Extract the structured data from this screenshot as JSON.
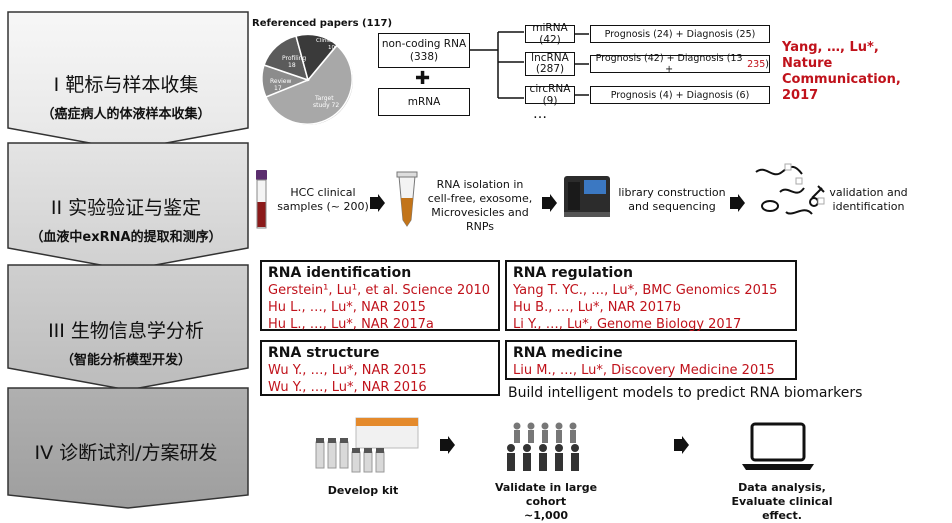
{
  "stages": [
    {
      "title": "I 靶标与样本收集",
      "subtitle": "（癌症病人的体液样本收集）"
    },
    {
      "title": "II 实验验证与鉴定",
      "subtitle": "（血液中exRNA的提取和测序）"
    },
    {
      "title": "III 生物信息学分析",
      "subtitle": "（智能分析模型开发）"
    },
    {
      "title": "IV 诊断试剂/方案研发",
      "subtitle": ""
    }
  ],
  "row1": {
    "pie_title": "Referenced papers (117)",
    "pie_slices": [
      {
        "label": "Clinics-based",
        "value": 10
      },
      {
        "label": "Profiling",
        "value": 18
      },
      {
        "label": "Review",
        "value": 17
      },
      {
        "label": "Target study",
        "value": 72
      }
    ],
    "ncrna_label": "non-coding RNA",
    "ncrna_count": "(338)",
    "plus": "✚",
    "mrna_label": "mRNA",
    "classes": [
      {
        "name": "miRNA (42)",
        "result_a": "Prognosis (24) + Diagnosis (25)",
        "result_b": ""
      },
      {
        "name": "lncRNA",
        "count": "(287)",
        "result_a": "Prognosis (42) + Diagnosis (13 + ",
        "result_b": "235",
        "result_c": ")"
      },
      {
        "name": "circRNA (9)",
        "result_a": "Prognosis (4) + Diagnosis (6)",
        "result_b": ""
      }
    ],
    "ellipsis": "…",
    "citation": [
      "Yang, …, Lu*,",
      "Nature Communication,",
      "2017"
    ]
  },
  "row2": {
    "step1": [
      "HCC clinical",
      "samples (~ 200)"
    ],
    "step2": [
      "RNA isolation in",
      "cell-free, exosome,",
      "Microvesicles and",
      "RNPs"
    ],
    "step3": [
      "library construction",
      "and sequencing"
    ],
    "step4": [
      "validation and",
      "identification"
    ]
  },
  "row3": {
    "identification": {
      "heading": "RNA identification",
      "refs": [
        "Gerstein¹, Lu¹, et al. Science 2010",
        "Hu L., …, Lu*, NAR 2015",
        "Hu L., …, Lu*, NAR 2017a"
      ]
    },
    "regulation": {
      "heading": "RNA regulation",
      "refs": [
        "Yang T. YC., …, Lu*, BMC Genomics 2015",
        "Hu B., …, Lu*, NAR 2017b",
        "Li Y., …, Lu*, Genome Biology 2017"
      ]
    },
    "structure": {
      "heading": "RNA structure",
      "refs": [
        "Wu Y., …, Lu*, NAR 2015",
        "Wu Y., …, Lu*, NAR 2016"
      ]
    },
    "medicine": {
      "heading": "RNA medicine",
      "refs": [
        "Liu M., …, Lu*, Discovery Medicine 2015"
      ]
    },
    "tagline": "Build intelligent models to predict RNA biomarkers"
  },
  "row4": {
    "kit": "Develop kit",
    "cohort": [
      "Validate in large cohort",
      "~1,000"
    ],
    "analysis": [
      "Data analysis,",
      "Evaluate clinical effect."
    ]
  },
  "colors": {
    "stage_fills": [
      "#f2f2f2",
      "#dcdcdc",
      "#c6c6c6",
      "#a9a9a9"
    ],
    "accent_red": "#c0121b"
  }
}
